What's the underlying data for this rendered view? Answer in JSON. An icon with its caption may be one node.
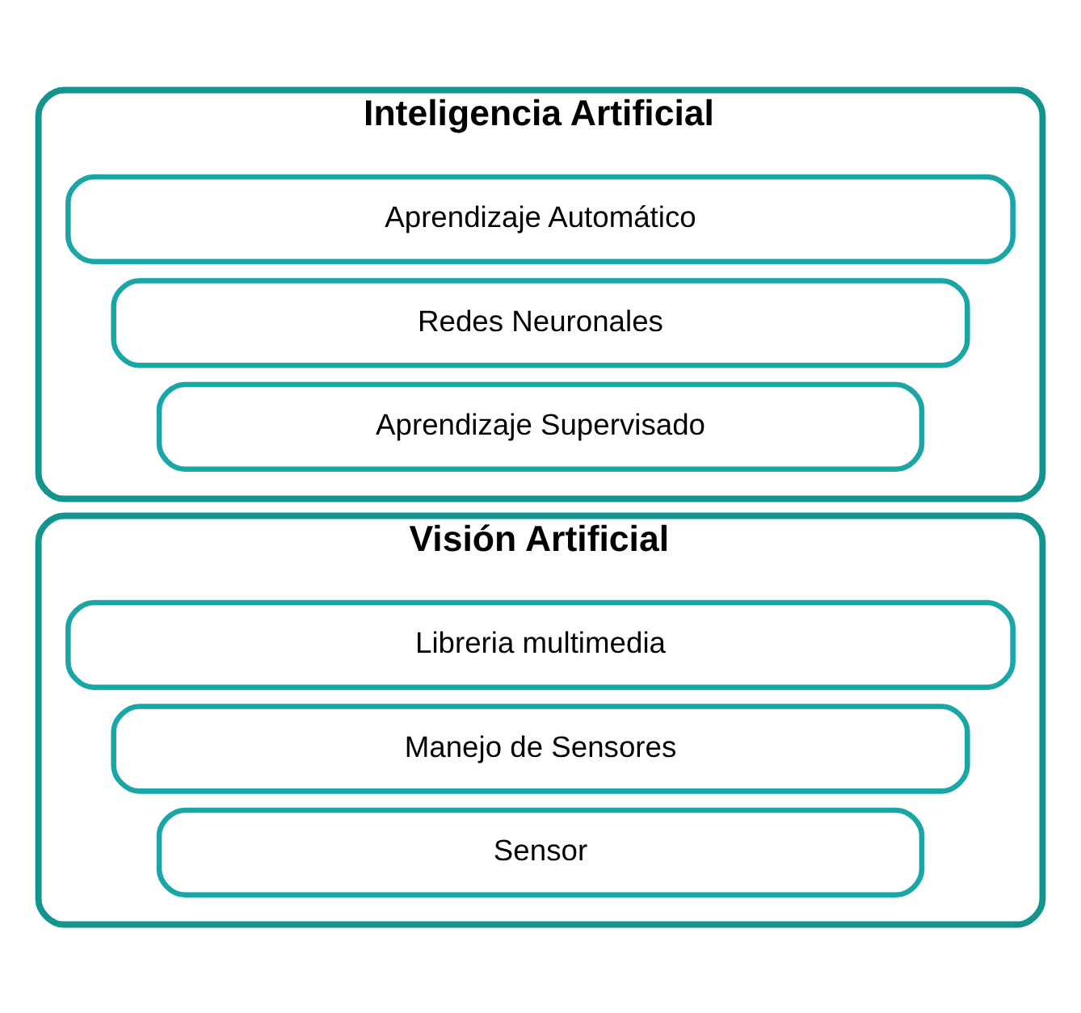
{
  "diagram": {
    "nodes": [
      {
        "text": [
          "Inteligencia Artificial"
        ]
      },
      {
        "text": [
          "Aprendizaje Automático"
        ],
        "in": 0
      },
      {
        "text": [
          "Redes Neuronales"
        ],
        "in": 0
      },
      {
        "text": [
          "Aprendizaje Supervisado"
        ],
        "in": 0
      },
      {
        "text": [
          "Visión Artificial"
        ]
      },
      {
        "text": [
          "Libreria multimedia"
        ],
        "in": 4
      },
      {
        "text": [
          "Manejo de Sensores"
        ],
        "in": 4
      },
      {
        "text": [
          "Sensor"
        ],
        "in": 4
      }
    ],
    "edges": []
  }
}
